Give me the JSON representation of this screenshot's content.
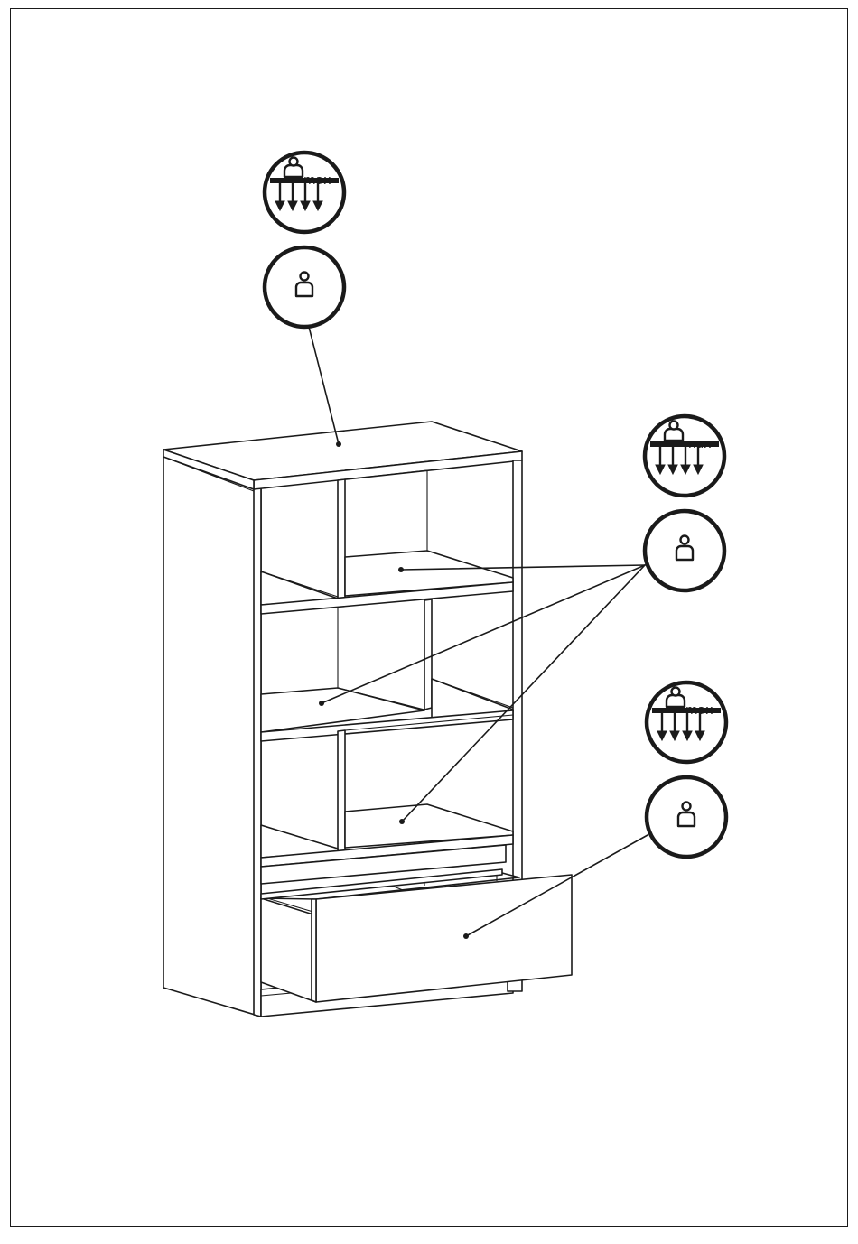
{
  "page": {
    "ink_color": "#1a1a1a",
    "background_color": "#ffffff"
  },
  "icons": {
    "max_load_icon": "max-load-weight-icon",
    "person_weight_icon": "person-weight-icon",
    "max_label": "max"
  },
  "callout_groups": [
    {
      "id": "top",
      "target": "top-panel"
    },
    {
      "id": "shelves",
      "target": "shelves"
    },
    {
      "id": "drawer",
      "target": "drawer-front"
    }
  ]
}
